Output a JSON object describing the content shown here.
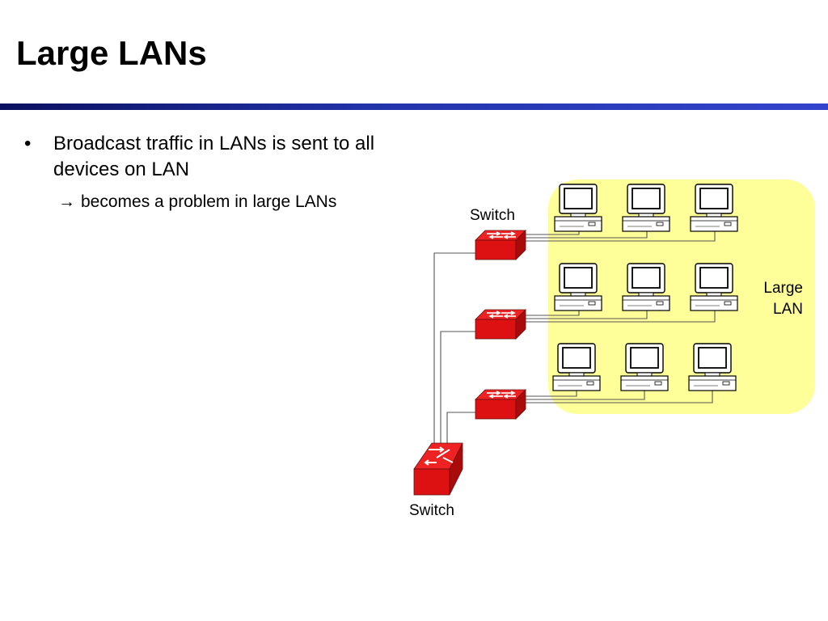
{
  "slide": {
    "title": "Large LANs",
    "bullets": [
      {
        "marker": "•",
        "text": "Broadcast traffic in LANs is sent to all devices on LAN",
        "sub": {
          "marker": "→",
          "text": "becomes a problem in large LANs"
        }
      }
    ]
  },
  "diagram": {
    "switch_label_top": "Switch",
    "switch_label_bottom": "Switch",
    "region_label_line1": "Large",
    "region_label_line2": "LAN",
    "colors": {
      "region_fill": "#ffff99",
      "switch_red": "#dd1111",
      "rule_blue": "#2233aa"
    }
  }
}
